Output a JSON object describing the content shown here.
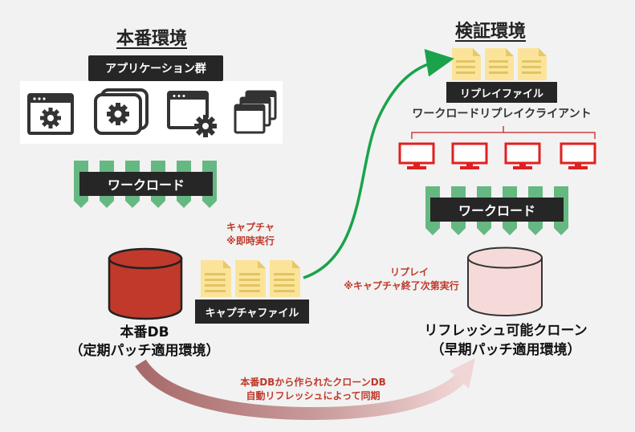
{
  "production": {
    "title": "本番環境",
    "app_group_label": "アプリケーション群",
    "workload_label": "ワークロード",
    "capture_note_line1": "キャプチャ",
    "capture_note_line2": "※即時実行",
    "capture_file_label": "キャプチャファイル",
    "db_name": "本番DB",
    "db_subtitle": "（定期パッチ適用環境）"
  },
  "verification": {
    "title": "検証環境",
    "replay_file_label": "リプレイファイル",
    "replay_client_label": "ワークロードリプレイクライアント",
    "workload_label": "ワークロード",
    "replay_note_line1": "リプレイ",
    "replay_note_line2": "※キャプチャ終了次第実行",
    "db_name": "リフレッシュ可能クローン",
    "db_subtitle": "（早期パッチ適用環境）"
  },
  "bottom_note": {
    "line1": "本番DBから作られたクローンDB",
    "line2": "自動リフレッシュによって同期"
  },
  "icons": {
    "app_icons": [
      "window-gear-icon",
      "gear-box-icon",
      "window-with-gear-icon",
      "stacked-windows-icon"
    ],
    "client_monitors": 4
  },
  "colors": {
    "workload_green": "#66b882",
    "db_red": "#c0392b",
    "clone_pink": "#f6dada",
    "file_yellow": "#fbe49a",
    "arrow_green": "#1aa34a",
    "monitor_red": "#e02020"
  }
}
